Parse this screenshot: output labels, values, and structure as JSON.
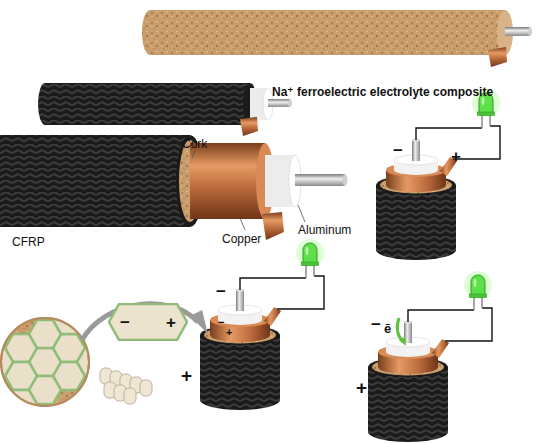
{
  "diagram": {
    "nodes": [
      {
        "text": [
          "−",
          "+"
        ]
      }
    ],
    "labels": [
      "Cork",
      "Copper",
      "Aluminum",
      "CFRP",
      "Na⁺ ferroelectric electrolyte composite",
      "−",
      "+",
      "−",
      "−",
      "+",
      "+",
      "−",
      "ē",
      "+"
    ]
  }
}
